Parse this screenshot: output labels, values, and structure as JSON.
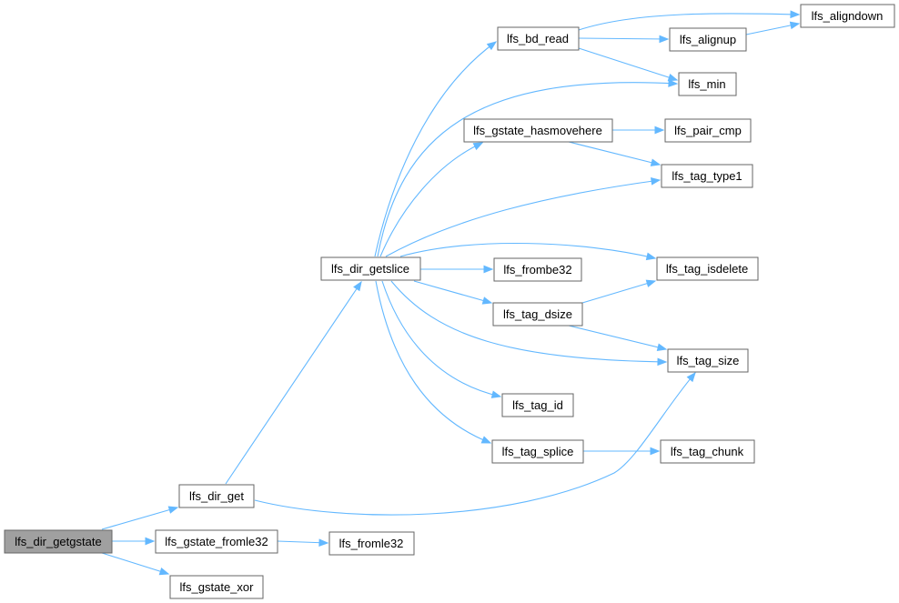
{
  "graph": {
    "root": "lfs_dir_getgstate",
    "nodes": {
      "getgstate": "lfs_dir_getgstate",
      "dir_get": "lfs_dir_get",
      "gstate_fromle32": "lfs_gstate_fromle32",
      "gstate_xor": "lfs_gstate_xor",
      "fromle32": "lfs_fromle32",
      "getslice": "lfs_dir_getslice",
      "bd_read": "lfs_bd_read",
      "aligndown": "lfs_aligndown",
      "alignup": "lfs_alignup",
      "min": "lfs_min",
      "hasmovehere": "lfs_gstate_hasmovehere",
      "pair_cmp": "lfs_pair_cmp",
      "tag_type1": "lfs_tag_type1",
      "frombe32": "lfs_frombe32",
      "tag_isdelete": "lfs_tag_isdelete",
      "tag_dsize": "lfs_tag_dsize",
      "tag_size": "lfs_tag_size",
      "tag_id": "lfs_tag_id",
      "tag_splice": "lfs_tag_splice",
      "tag_chunk": "lfs_tag_chunk"
    },
    "edges": [
      [
        "getgstate",
        "dir_get"
      ],
      [
        "getgstate",
        "gstate_fromle32"
      ],
      [
        "getgstate",
        "gstate_xor"
      ],
      [
        "dir_get",
        "getslice"
      ],
      [
        "dir_get",
        "tag_size"
      ],
      [
        "gstate_fromle32",
        "fromle32"
      ],
      [
        "getslice",
        "bd_read"
      ],
      [
        "getslice",
        "min"
      ],
      [
        "getslice",
        "hasmovehere"
      ],
      [
        "getslice",
        "tag_type1"
      ],
      [
        "getslice",
        "tag_isdelete"
      ],
      [
        "getslice",
        "frombe32"
      ],
      [
        "getslice",
        "tag_dsize"
      ],
      [
        "getslice",
        "tag_size"
      ],
      [
        "getslice",
        "tag_id"
      ],
      [
        "getslice",
        "tag_splice"
      ],
      [
        "bd_read",
        "aligndown"
      ],
      [
        "bd_read",
        "alignup"
      ],
      [
        "bd_read",
        "min"
      ],
      [
        "alignup",
        "aligndown"
      ],
      [
        "hasmovehere",
        "pair_cmp"
      ],
      [
        "hasmovehere",
        "tag_type1"
      ],
      [
        "tag_dsize",
        "tag_isdelete"
      ],
      [
        "tag_dsize",
        "tag_size"
      ],
      [
        "tag_splice",
        "tag_chunk"
      ]
    ]
  },
  "colors": {
    "edge": "#63b8ff",
    "node_border": "#666666",
    "root_fill": "#a0a0a0",
    "node_fill": "#ffffff"
  }
}
